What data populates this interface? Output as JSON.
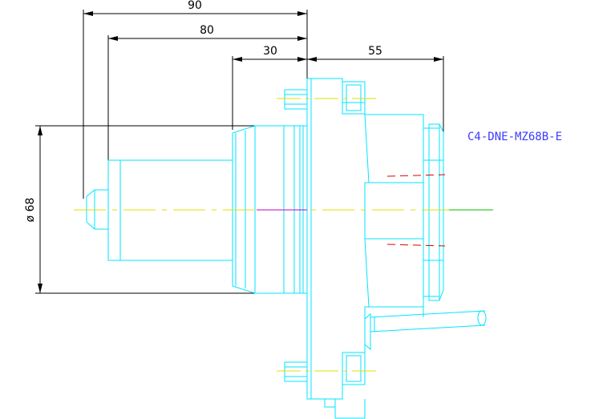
{
  "drawing": {
    "part_label": "C4-DNE-MZ68B-E",
    "dimensions": {
      "d90": "90",
      "d80": "80",
      "d30": "30",
      "d55": "55",
      "dia68": "ø 68"
    },
    "colors": {
      "background": "#ffffff",
      "outline": "#00e5ff",
      "dimension": "#000000",
      "centerline": "#e0e000",
      "hidden_line": "#e00000",
      "label": "#3a3aff"
    }
  }
}
